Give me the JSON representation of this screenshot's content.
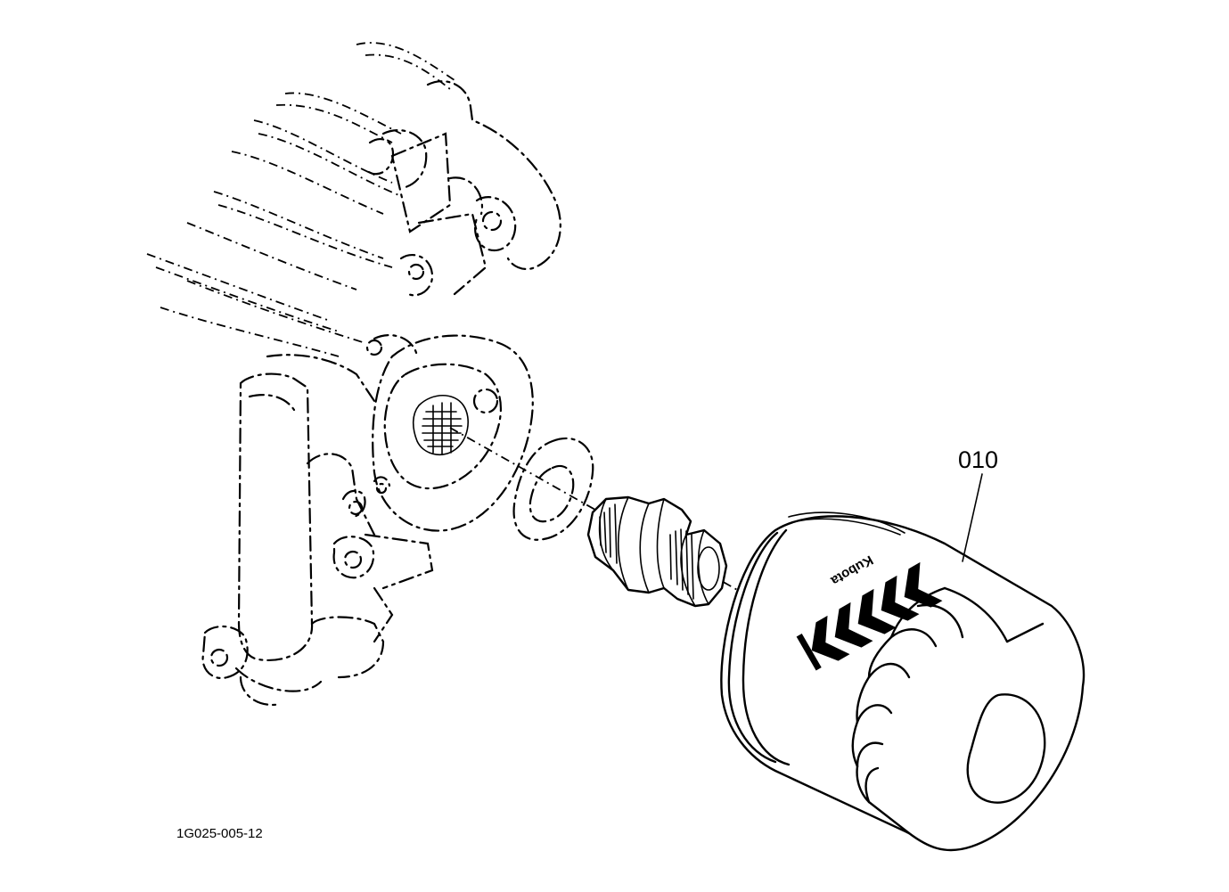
{
  "diagram": {
    "callouts": [
      {
        "label": "010"
      }
    ],
    "reference_code": "1G025-005-12",
    "parts": {
      "engine_block": {
        "icon": "engine-block-mount"
      },
      "gasket": {
        "icon": "o-ring-gasket"
      },
      "nipple": {
        "icon": "threaded-nipple"
      },
      "oil_filter": {
        "icon": "oil-filter-cartridge",
        "brand": "Kubota",
        "logo": "kubota-logo"
      }
    }
  }
}
